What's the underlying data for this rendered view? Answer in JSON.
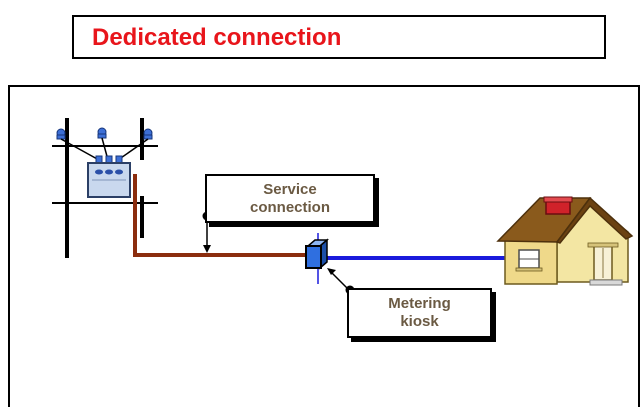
{
  "title": "Dedicated connection",
  "labels": {
    "service_connection": [
      "Service",
      "connection"
    ],
    "metering_kiosk": [
      "Metering",
      "kiosk"
    ]
  },
  "colors": {
    "title_text": "#e8151b",
    "service_line": "#8b2d0e",
    "customer_line": "#1a1adc",
    "kiosk": "#2f6fe0",
    "house_wall": "#f3e6a3",
    "house_roof": "#8a5a1c",
    "chimney": "#d0222a",
    "transformer": "#c9d8ee",
    "label_text": "#6b5a43"
  },
  "icons": [
    "pole-transformer-icon",
    "meter-kiosk-icon",
    "house-icon"
  ]
}
